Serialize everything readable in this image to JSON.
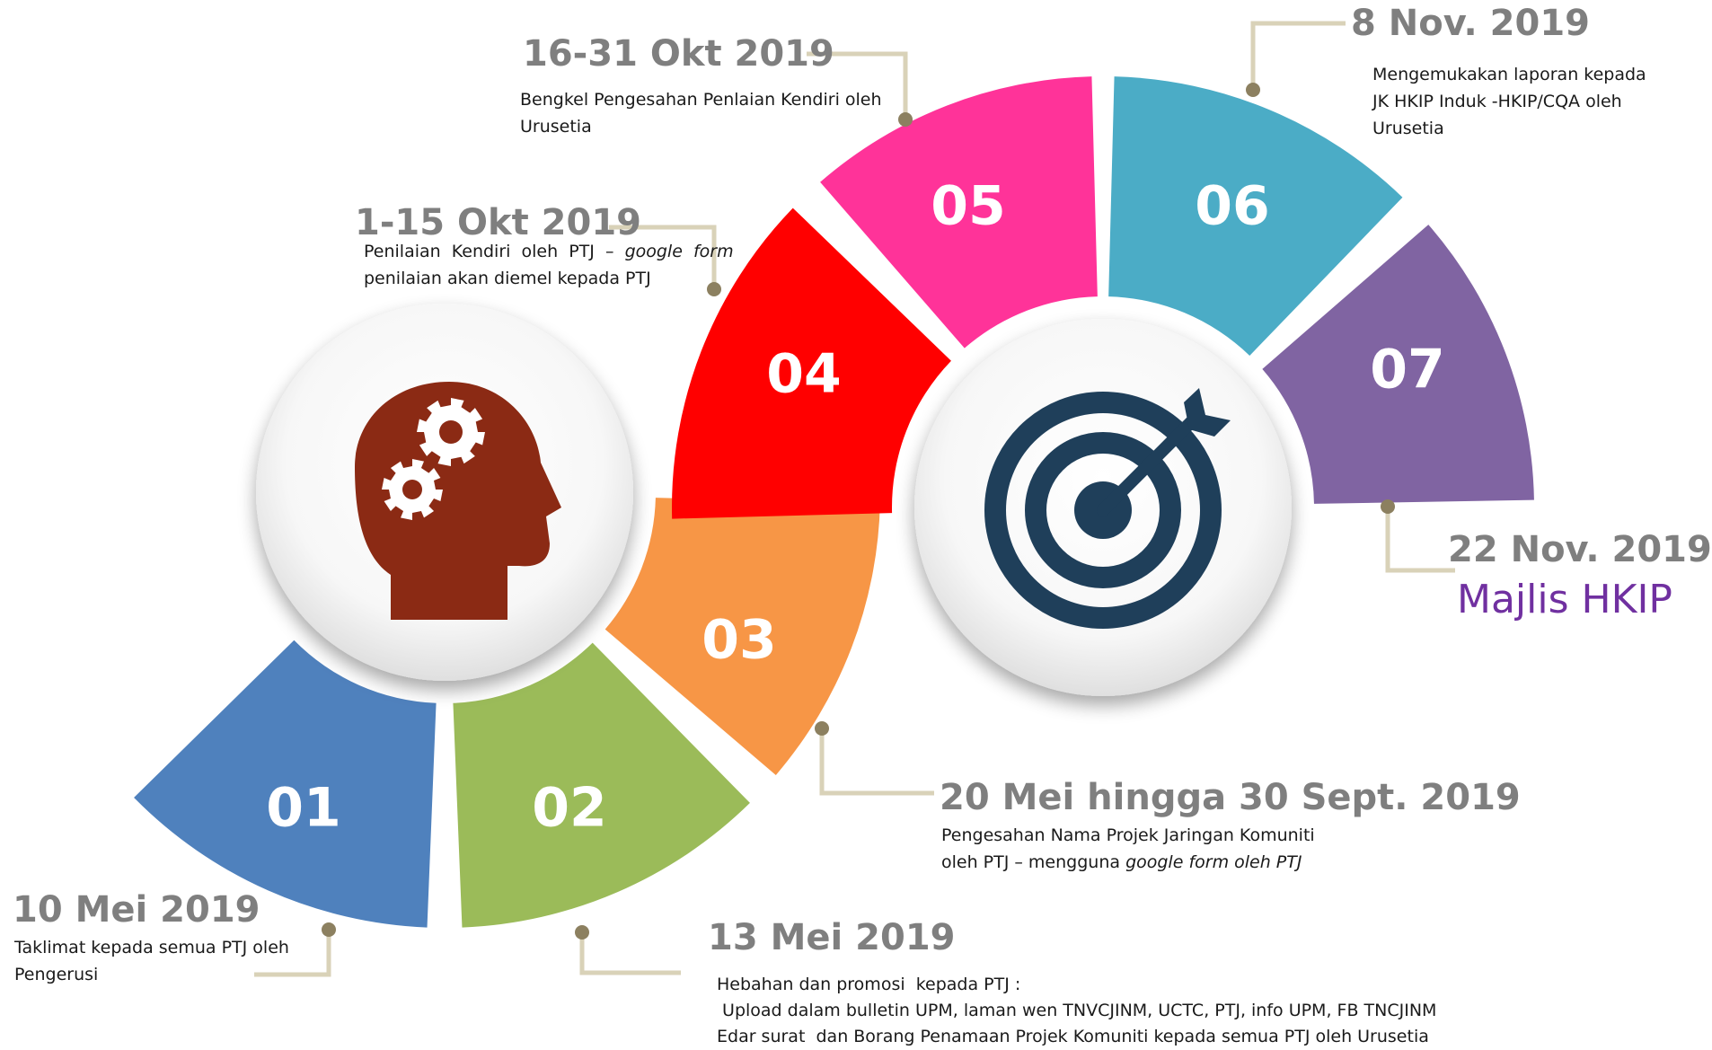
{
  "colors": {
    "seg01": "#4f81bd",
    "seg02": "#9bbb59",
    "seg03": "#f79646",
    "seg04": "#ff0000",
    "seg05": "#ff3399",
    "seg06": "#4bacc6",
    "seg07": "#8064a2",
    "head_icon": "#8b2a14",
    "target_icon": "#1f3f5a",
    "connector": "#d9d2b8",
    "connector_dot": "#8c8060",
    "date_text": "#7f7f7f",
    "final_label": "#7030a0"
  },
  "icons": {
    "left_circle": "head-with-gears-icon",
    "right_circle": "target-with-arrow-icon"
  },
  "segments": [
    "01",
    "02",
    "03",
    "04",
    "05",
    "06",
    "07"
  ],
  "milestones": {
    "m01": {
      "date": "10 Mei 2019",
      "desc_lines": [
        "Taklimat kepada semua PTJ oleh",
        "Pengerusi"
      ]
    },
    "m02": {
      "date": "13 Mei 2019",
      "desc_lines": [
        "Hebahan dan promosi  kepada PTJ :",
        " Upload dalam bulletin UPM, laman wen TNVCJINM, UCTC, PTJ, info UPM, FB TNCJINM",
        "Edar surat  dan Borang Penamaan Projek Komuniti kepada semua PTJ oleh Urusetia"
      ]
    },
    "m03": {
      "date": "20 Mei hingga 30 Sept. 2019",
      "desc_line1": "Pengesahan Nama Projek Jaringan Komuniti",
      "desc_line2_plain": "oleh PTJ – mengguna ",
      "desc_line2_italic": "google form oleh PTJ"
    },
    "m04": {
      "date": "1-15 Okt 2019",
      "desc_line1_plain": "Penilaian  Kendiri  oleh  PTJ  –  ",
      "desc_line1_italic": "google  form",
      "desc_line2": "penilaian akan diemel kepada PTJ"
    },
    "m05": {
      "date": "16-31 Okt 2019",
      "desc_lines": [
        "Bengkel Pengesahan Penlaian Kendiri oleh",
        "Urusetia"
      ]
    },
    "m06": {
      "date": "8 Nov. 2019",
      "desc_lines": [
        "Mengemukakan laporan kepada",
        "JK HKIP Induk -HKIP/CQA oleh",
        "Urusetia"
      ]
    },
    "m07": {
      "date": "22 Nov. 2019",
      "label": "Majlis HKIP"
    }
  }
}
